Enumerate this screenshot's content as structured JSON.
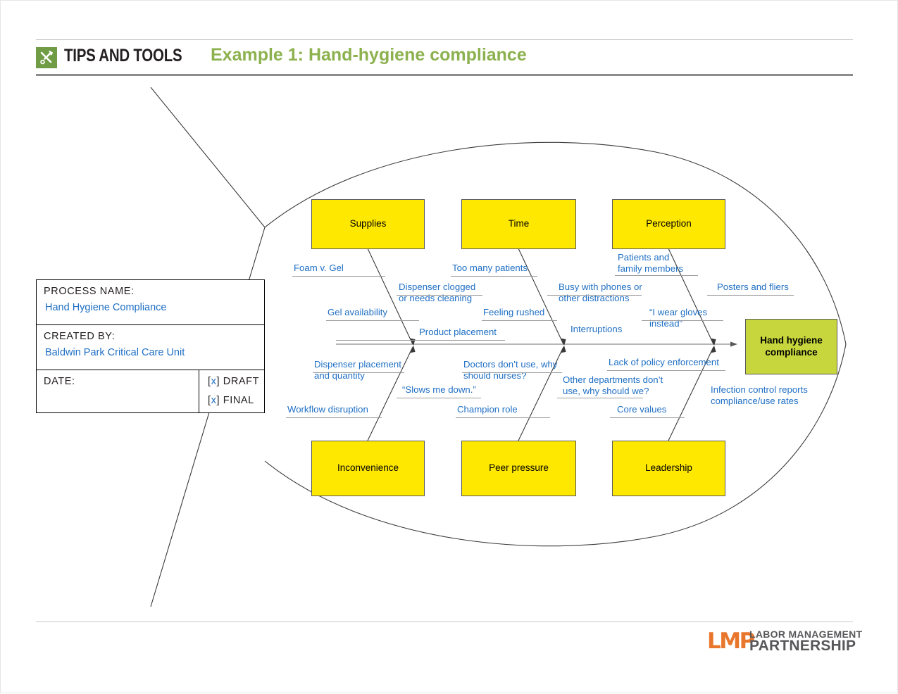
{
  "header": {
    "icon": "tools-icon",
    "kicker": "TIPS AND TOOLS",
    "title": "Example 1: Hand-hygiene compliance",
    "accent_color": "#8cb14e",
    "icon_bg": "#6f9c45"
  },
  "infobox": {
    "process_name_label": "PROCESS NAME:",
    "process_name_value": "Hand Hygiene Compliance",
    "created_by_label": "CREATED BY:",
    "created_by_value": "Baldwin Park Critical Care Unit",
    "date_label": "DATE:",
    "date_value": "",
    "draft_check": "[",
    "draft_mark": "x",
    "draft_close": "] DRAFT",
    "final_check": "[",
    "final_mark": "x",
    "final_close": "] FINAL",
    "value_color": "#1f6fc4"
  },
  "diagram": {
    "type": "fishbone",
    "effect": "Hand hygiene\ncompliance",
    "effect_color": "#c7d63c",
    "category_color": "#ffe800",
    "cause_text_color": "#1f6fc4",
    "categories": [
      {
        "name": "Supplies",
        "position": "top-left",
        "causes": [
          "Foam v. Gel",
          "Dispenser clogged\nor needs cleaning",
          "Gel availability",
          "Product placement"
        ]
      },
      {
        "name": "Time",
        "position": "top-center",
        "causes": [
          "Too many patients",
          "Busy with phones or\nother distractions",
          "Feeling rushed",
          "Interruptions"
        ]
      },
      {
        "name": "Perception",
        "position": "top-right",
        "causes": [
          "Patients and\nfamily members",
          "Posters and fliers",
          "“I wear gloves\ninstead”"
        ]
      },
      {
        "name": "Inconvenience",
        "position": "bottom-left",
        "causes": [
          "Dispenser placement\nand quantity",
          "“Slows me down.”",
          "Workflow disruption"
        ]
      },
      {
        "name": "Peer pressure",
        "position": "bottom-center",
        "causes": [
          "Doctors don’t use, why\nshould nurses?",
          "Other departments don’t\nuse, why should we?",
          "Champion role"
        ]
      },
      {
        "name": "Leadership",
        "position": "bottom-right",
        "causes": [
          "Lack of policy enforcement",
          "Infection control reports\ncompliance/use rates",
          "Core values"
        ]
      }
    ]
  },
  "footer": {
    "logo_mark": "LMP",
    "logo_line1": "LABOR MANAGEMENT",
    "logo_line2": "PARTNERSHIP",
    "logo_color": "#e8762c",
    "logo_text_color": "#58585b"
  }
}
